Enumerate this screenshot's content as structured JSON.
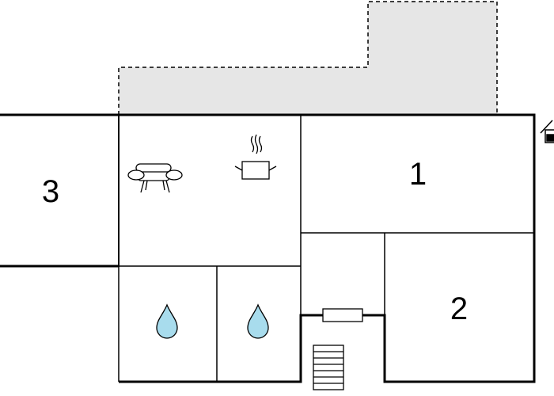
{
  "rooms": {
    "room_1": {
      "label": "1"
    },
    "room_2": {
      "label": "2"
    },
    "room_3": {
      "label": "3"
    }
  },
  "icons": {
    "living": "sofa-icon",
    "kitchen": "cooking-pot-icon",
    "bath_left": "water-drop-icon",
    "bath_right": "water-drop-icon",
    "stairs": "staircase-icon",
    "radiator": "radiator-icon",
    "entrance": "house-entrance-icon"
  },
  "colors": {
    "wall": "#000000",
    "terrace_fill": "#e6e6e6",
    "water_drop": "#a8dced"
  }
}
